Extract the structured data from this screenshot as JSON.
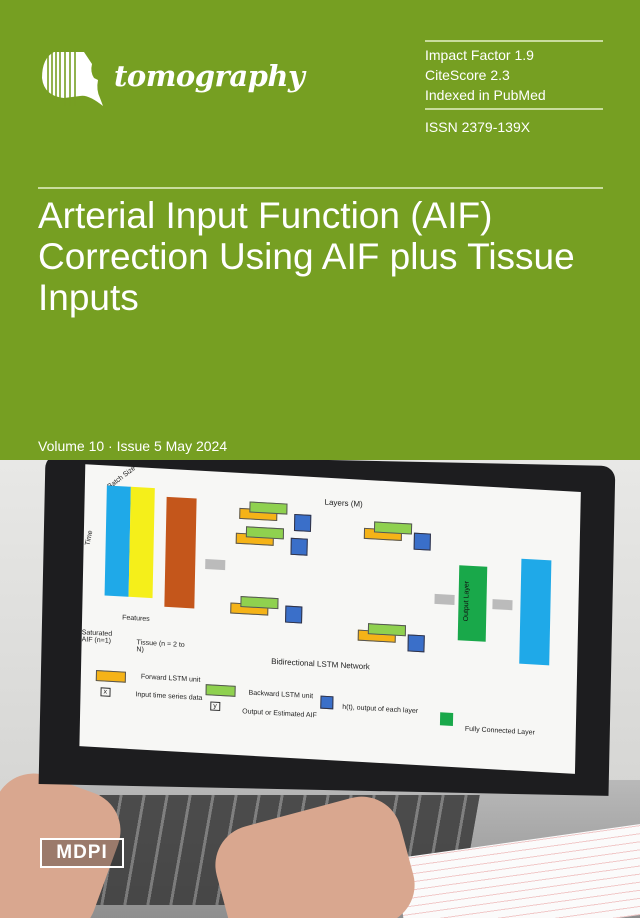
{
  "journal": {
    "name": "tomography",
    "impact_factor": "Impact Factor 1.9",
    "citescore": "CiteScore 2.3",
    "indexed": "Indexed in PubMed",
    "issn": "ISSN 2379-139X"
  },
  "article": {
    "title": "Arterial Input Function (AIF) Correction Using AIF plus Tissue Inputs"
  },
  "issue": {
    "label": "Volume 10 · Issue 5 May 2024"
  },
  "diagram": {
    "batch_size": "Batch Size",
    "time": "Time",
    "features": "Features",
    "saturated": "Saturated AIF (n=1)",
    "tissue": "Tissue (n = 2 to N)",
    "layers": "Layers (M)",
    "network": "Bidirectional LSTM Network",
    "output_layer": "Output Layer",
    "legend": {
      "forward": "Forward LSTM unit",
      "backward": "Backward LSTM unit",
      "h": "h(t), output of each layer",
      "input": "Input time series data",
      "output": "Output or Estimated AIF",
      "fc": "Fully Connected Layer",
      "x_sym": "x",
      "y_sym": "y"
    },
    "colors": {
      "aif": "#1fa9e8",
      "tissue1": "#f5ef1a",
      "tissueN": "#c4561b",
      "forward": "#f5b317",
      "backward": "#8fd14f",
      "h": "#3a6fc9",
      "fc": "#19a84a"
    }
  },
  "publisher": {
    "logo": "MDPI"
  }
}
